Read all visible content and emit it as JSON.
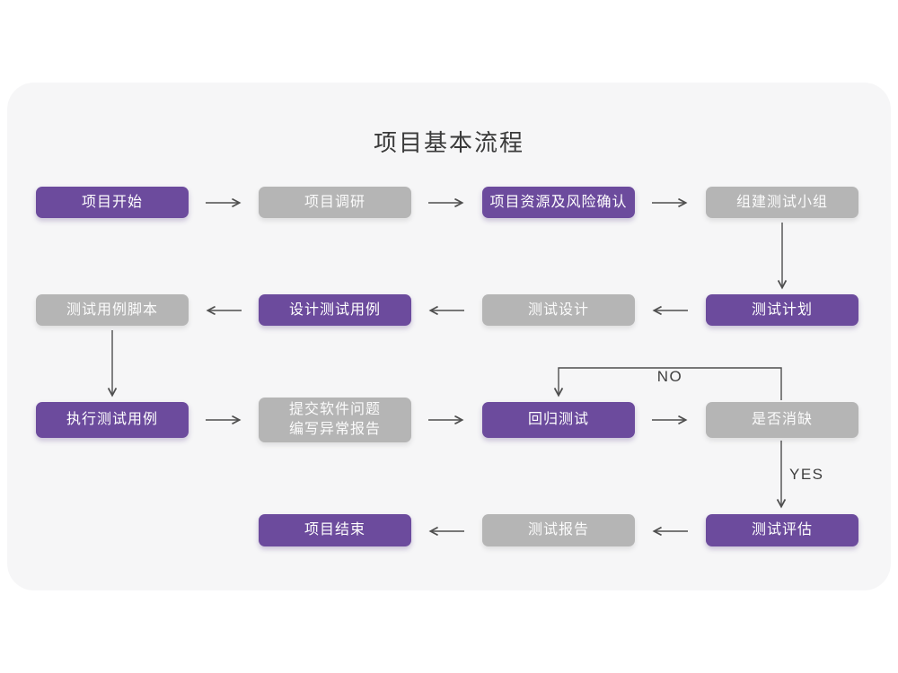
{
  "title": "项目基本流程",
  "labels": {
    "no": "NO",
    "yes": "YES"
  },
  "colors": {
    "purple": "#6c4b9d",
    "gray": "#b5b5b5",
    "card_bg": "#f6f6f7",
    "arrow": "#4f4f4f"
  },
  "nodes": [
    {
      "label": "项目开始",
      "type": "purple"
    },
    {
      "label": "项目调研",
      "type": "gray"
    },
    {
      "label": "项目资源及风险确认",
      "type": "purple"
    },
    {
      "label": "组建测试小组",
      "type": "gray"
    },
    {
      "label": "测试计划",
      "type": "purple"
    },
    {
      "label": "测试设计",
      "type": "gray"
    },
    {
      "label": "设计测试用例",
      "type": "purple"
    },
    {
      "label": "测试用例脚本",
      "type": "gray"
    },
    {
      "label": "执行测试用例",
      "type": "purple"
    },
    {
      "label": "提交软件问题\n编写异常报告",
      "type": "gray"
    },
    {
      "label": "回归测试",
      "type": "purple"
    },
    {
      "label": "是否消缺",
      "type": "gray"
    },
    {
      "label": "测试评估",
      "type": "purple"
    },
    {
      "label": "测试报告",
      "type": "gray"
    },
    {
      "label": "项目结束",
      "type": "purple"
    }
  ]
}
